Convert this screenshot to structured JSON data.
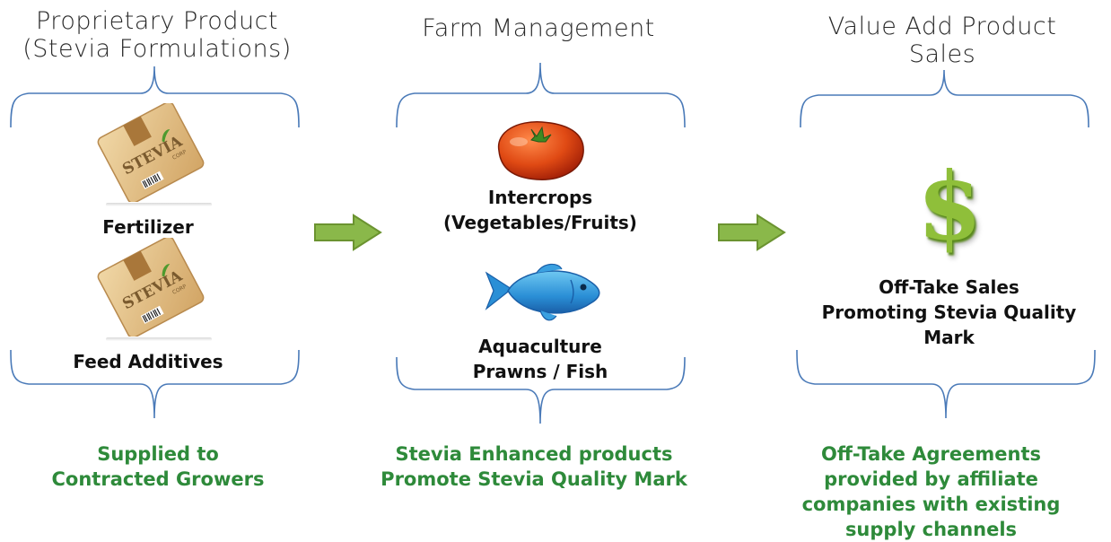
{
  "columns": [
    {
      "title_line1": "Proprietary Product",
      "title_line2": "(Stevia Formulations)",
      "items": [
        {
          "label": "Fertilizer",
          "icon": "product-box-icon"
        },
        {
          "label": "Feed Additives",
          "icon": "product-box-icon"
        }
      ],
      "box_brand": "STEVIA",
      "box_sub": "CORP",
      "footer_line1": "Supplied to",
      "footer_line2": "Contracted Growers"
    },
    {
      "title": "Farm Management",
      "items": [
        {
          "label_line1": "Intercrops",
          "label_line2": "(Vegetables/Fruits)",
          "icon": "tomato-icon"
        },
        {
          "label_line1": "Aquaculture",
          "label_line2": "Prawns / Fish",
          "icon": "fish-icon"
        }
      ],
      "footer_line1": "Stevia Enhanced products",
      "footer_line2": "Promote Stevia Quality Mark"
    },
    {
      "title_line1": "Value Add Product",
      "title_line2": "Sales",
      "icon": "dollar-icon",
      "symbol": "$",
      "label_line1": "Off-Take Sales",
      "label_line2": "Promoting Stevia Quality",
      "label_line3": "Mark",
      "footer_line1": "Off-Take Agreements",
      "footer_line2": "provided by affiliate",
      "footer_line3": "companies with existing",
      "footer_line4": "supply channels"
    }
  ],
  "colors": {
    "brace": "#4a7ab8",
    "arrow": "#8ab84a",
    "footer_text": "#2e8a3a",
    "dollar": "#8fbf3a"
  }
}
